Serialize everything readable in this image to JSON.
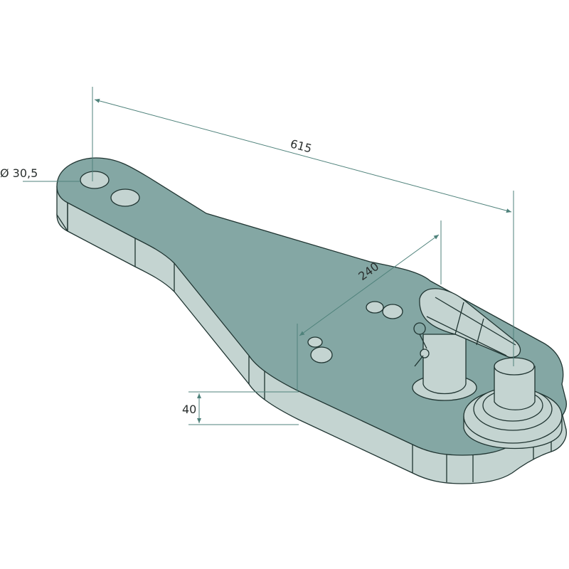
{
  "title": "Drawbar plate with pin coupling",
  "dimensions": {
    "length": "615",
    "pin_spacing": "240",
    "thickness": "40",
    "hole_diameter": "Ø 30,5"
  },
  "colors": {
    "top_face": "#84a7a4",
    "side_face": "#c4d4d1",
    "outline": "#1f3431",
    "dimension_line": "#4f827b"
  }
}
